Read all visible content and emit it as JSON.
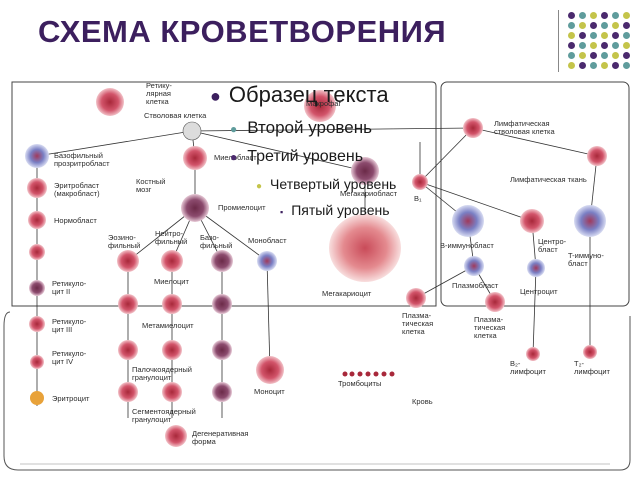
{
  "title": "СХЕМА КРОВЕТВОРЕНИЯ",
  "colors": {
    "title": "#3c1f5e",
    "accent_purple": "#4b2a6e",
    "accent_teal": "#5f9c9c",
    "accent_yellow": "#c4c44a",
    "cell_red": "#c0392b"
  },
  "bullets": {
    "level1": "Образец текста",
    "level2": "Второй уровень",
    "level3": "Третий уровень",
    "level4": "Четвертый уровень",
    "level5": "Пятый уровень"
  },
  "labels": {
    "reticular": "Ретику-\nлярная\nклетка",
    "macrophage": "Макрофаг",
    "stem": "Стволовая клетка",
    "basophil_pro": "Базофильный\nпрозритробласт",
    "bone_marrow": "Костный\nмозг",
    "myeloblast": "Миелобласт",
    "megakaryoblast": "Мегакариобласт",
    "erythroblast": "Эритробласт\n(макробласт)",
    "normoblast": "Нормобласт",
    "promyelocyte": "Промиелоцит",
    "eosinophilic": "Эозино-\nфильный",
    "neutrophilic": "Нейтро-\nфильный",
    "basophilic": "Базо-\nфильный",
    "monoblast": "Монобласт",
    "myelocyte": "Миелоцит",
    "reticulocyte2": "Ретикуло-\nцит II",
    "reticulocyte3": "Ретикуло-\nцит III",
    "reticulocyte4": "Ретикуло-\nцит IV",
    "metamyelocyte": "Метамиелоцит",
    "band": "Палочкоядерный\nгранулоцит",
    "segmented": "Сегментоядерный\nгранулоцит",
    "erythrocyte": "Эритроцит",
    "monocyte": "Моноцит",
    "degenerative": "Дегенеративная\nформа",
    "megakaryocyte": "Мегакариоцит",
    "platelets": "Тромбоциты",
    "blood": "Кровь",
    "lymph_stem": "Лимфатическая\nстволовая клетка",
    "lymph_tissue": "Лимфатическая ткань",
    "b1": "B₁",
    "b_immunoblast": "B-иммунобласт",
    "centroblast": "Центро-\nбласт",
    "t_immunoblast": "T-иммуно-\nбласт",
    "plasmoblast": "Плазмобласт",
    "centrocyte": "Центроцит",
    "plasma_cell": "Плазма-\nтическая\nклетка",
    "b2_lymph": "B₂-\nлимфоцит",
    "t2_lymph": "T₂-\nлимфоцит"
  }
}
